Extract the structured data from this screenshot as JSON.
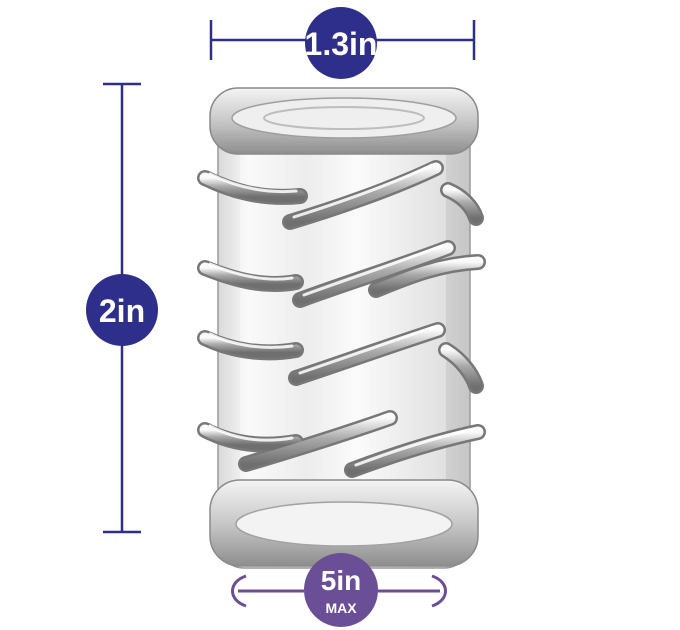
{
  "dimensions": {
    "width_label": "1.3in",
    "height_label": "2in",
    "stretch_value": "5in",
    "stretch_qualifier": "MAX"
  },
  "colors": {
    "navy": "#2d2f8a",
    "purple": "#6a4f96",
    "glass_light": "#f2f2f2",
    "glass_mid": "#b9b9b9",
    "glass_dark": "#7d7d7d"
  },
  "icons": {
    "product": "textured-sleeve-photo",
    "width_line": "horizontal-dimension-line",
    "height_line": "vertical-dimension-line",
    "stretch_bracket": "curved-bracket"
  }
}
